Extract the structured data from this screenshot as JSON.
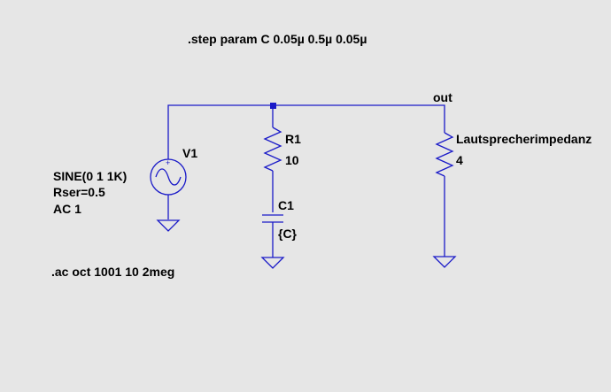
{
  "directives": {
    "step": ".step param C 0.05µ 0.5µ 0.05µ",
    "ac": ".ac oct 1001 10 2meg"
  },
  "net_labels": {
    "out": "out"
  },
  "components": {
    "v1": {
      "name": "V1",
      "value": "SINE(0 1 1K)",
      "param1": "Rser=0.5",
      "param2": "AC 1"
    },
    "r1": {
      "name": "R1",
      "value": "10"
    },
    "c1": {
      "name": "C1",
      "value": "{C}"
    },
    "load": {
      "name": "Lautsprecherimpedanz",
      "value": "4"
    }
  },
  "colors": {
    "background": "#e6e6e6",
    "wire": "#1a1ac8",
    "text": "#000000"
  }
}
